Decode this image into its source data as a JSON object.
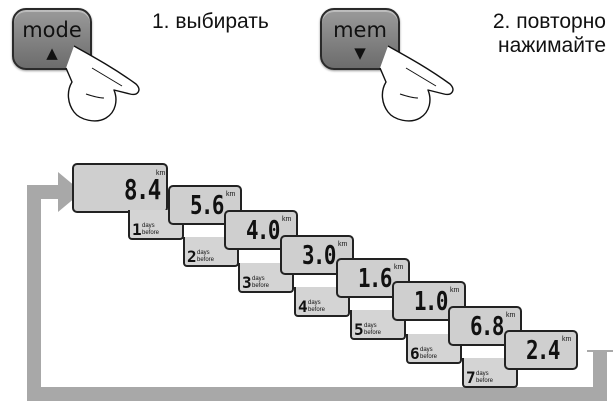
{
  "steps": [
    {
      "button_label": "mode",
      "arrow": "▲",
      "text": "1. выбирать"
    },
    {
      "button_label": "mem",
      "arrow": "▼",
      "text": "2. повторно\nнажимайте"
    }
  ],
  "displays": [
    {
      "value": "8.4",
      "unit": "km",
      "day": "",
      "days_word": "",
      "before_word": ""
    },
    {
      "value": "5.6",
      "unit": "km",
      "day": "1",
      "days_word": "days",
      "before_word": "before"
    },
    {
      "value": "4.0",
      "unit": "km",
      "day": "2",
      "days_word": "days",
      "before_word": "before"
    },
    {
      "value": "3.0",
      "unit": "km",
      "day": "3",
      "days_word": "days",
      "before_word": "before"
    },
    {
      "value": "1.6",
      "unit": "km",
      "day": "4",
      "days_word": "days",
      "before_word": "before"
    },
    {
      "value": "1.0",
      "unit": "km",
      "day": "5",
      "days_word": "days",
      "before_word": "before"
    },
    {
      "value": "6.8",
      "unit": "km",
      "day": "6",
      "days_word": "days",
      "before_word": "before"
    },
    {
      "value": "2.4",
      "unit": "km",
      "day": "7",
      "days_word": "days",
      "before_word": "before"
    }
  ],
  "colors": {
    "display_bg": "#cfcfcf",
    "loop_arrow": "#a8a8a8",
    "button": "#7f7f7f"
  },
  "icons": [
    "pointing-hand-icon",
    "loop-arrow-icon",
    "triangle-up-icon",
    "triangle-down-icon"
  ]
}
